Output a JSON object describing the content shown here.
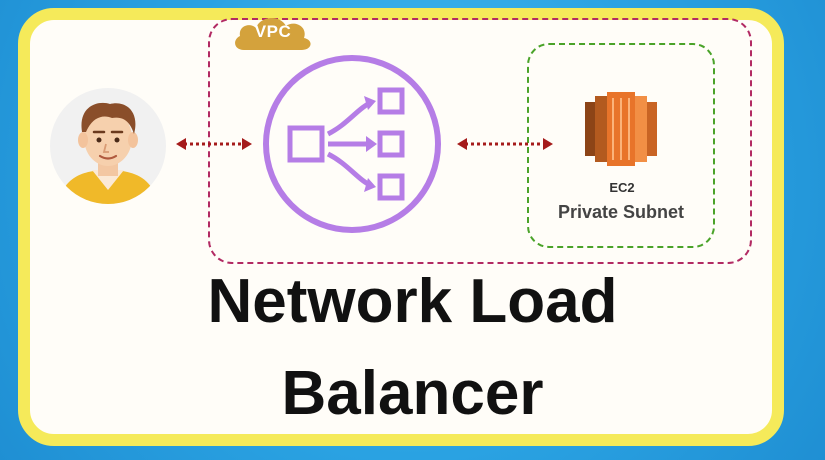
{
  "diagram": {
    "vpc_label": "VPC",
    "ec2_label": "EC2",
    "subnet_label": "Private Subnet",
    "title_line1": "Network Load",
    "title_line2": "Balancer",
    "colors": {
      "background": "#2aa7e6",
      "card_border": "#f5ea5a",
      "vpc_border": "#b22a63",
      "subnet_border": "#4aa329",
      "nlb_purple": "#b57de6",
      "ec2_orange": "#e8742a",
      "arrow": "#a51b1b",
      "vpc_cloud": "#d4a23c"
    },
    "icons": [
      "user-avatar-icon",
      "bidirectional-arrow-icon",
      "network-load-balancer-icon",
      "ec2-instance-icon",
      "cloud-icon"
    ]
  }
}
